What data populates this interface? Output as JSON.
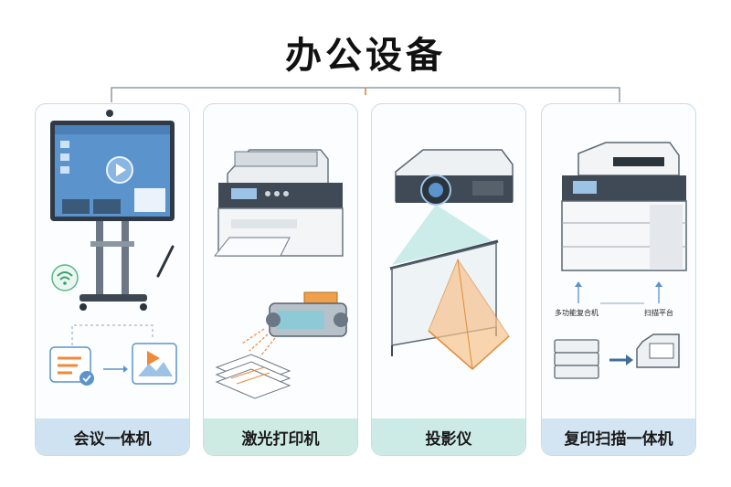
{
  "title": "办公设备",
  "cards": [
    {
      "label": "会议一体机"
    },
    {
      "label": "激光打印机"
    },
    {
      "label": "投影仪"
    },
    {
      "label": "复印扫描一体机",
      "mini_labels": [
        "多功能复合机",
        "扫描平台"
      ]
    }
  ]
}
